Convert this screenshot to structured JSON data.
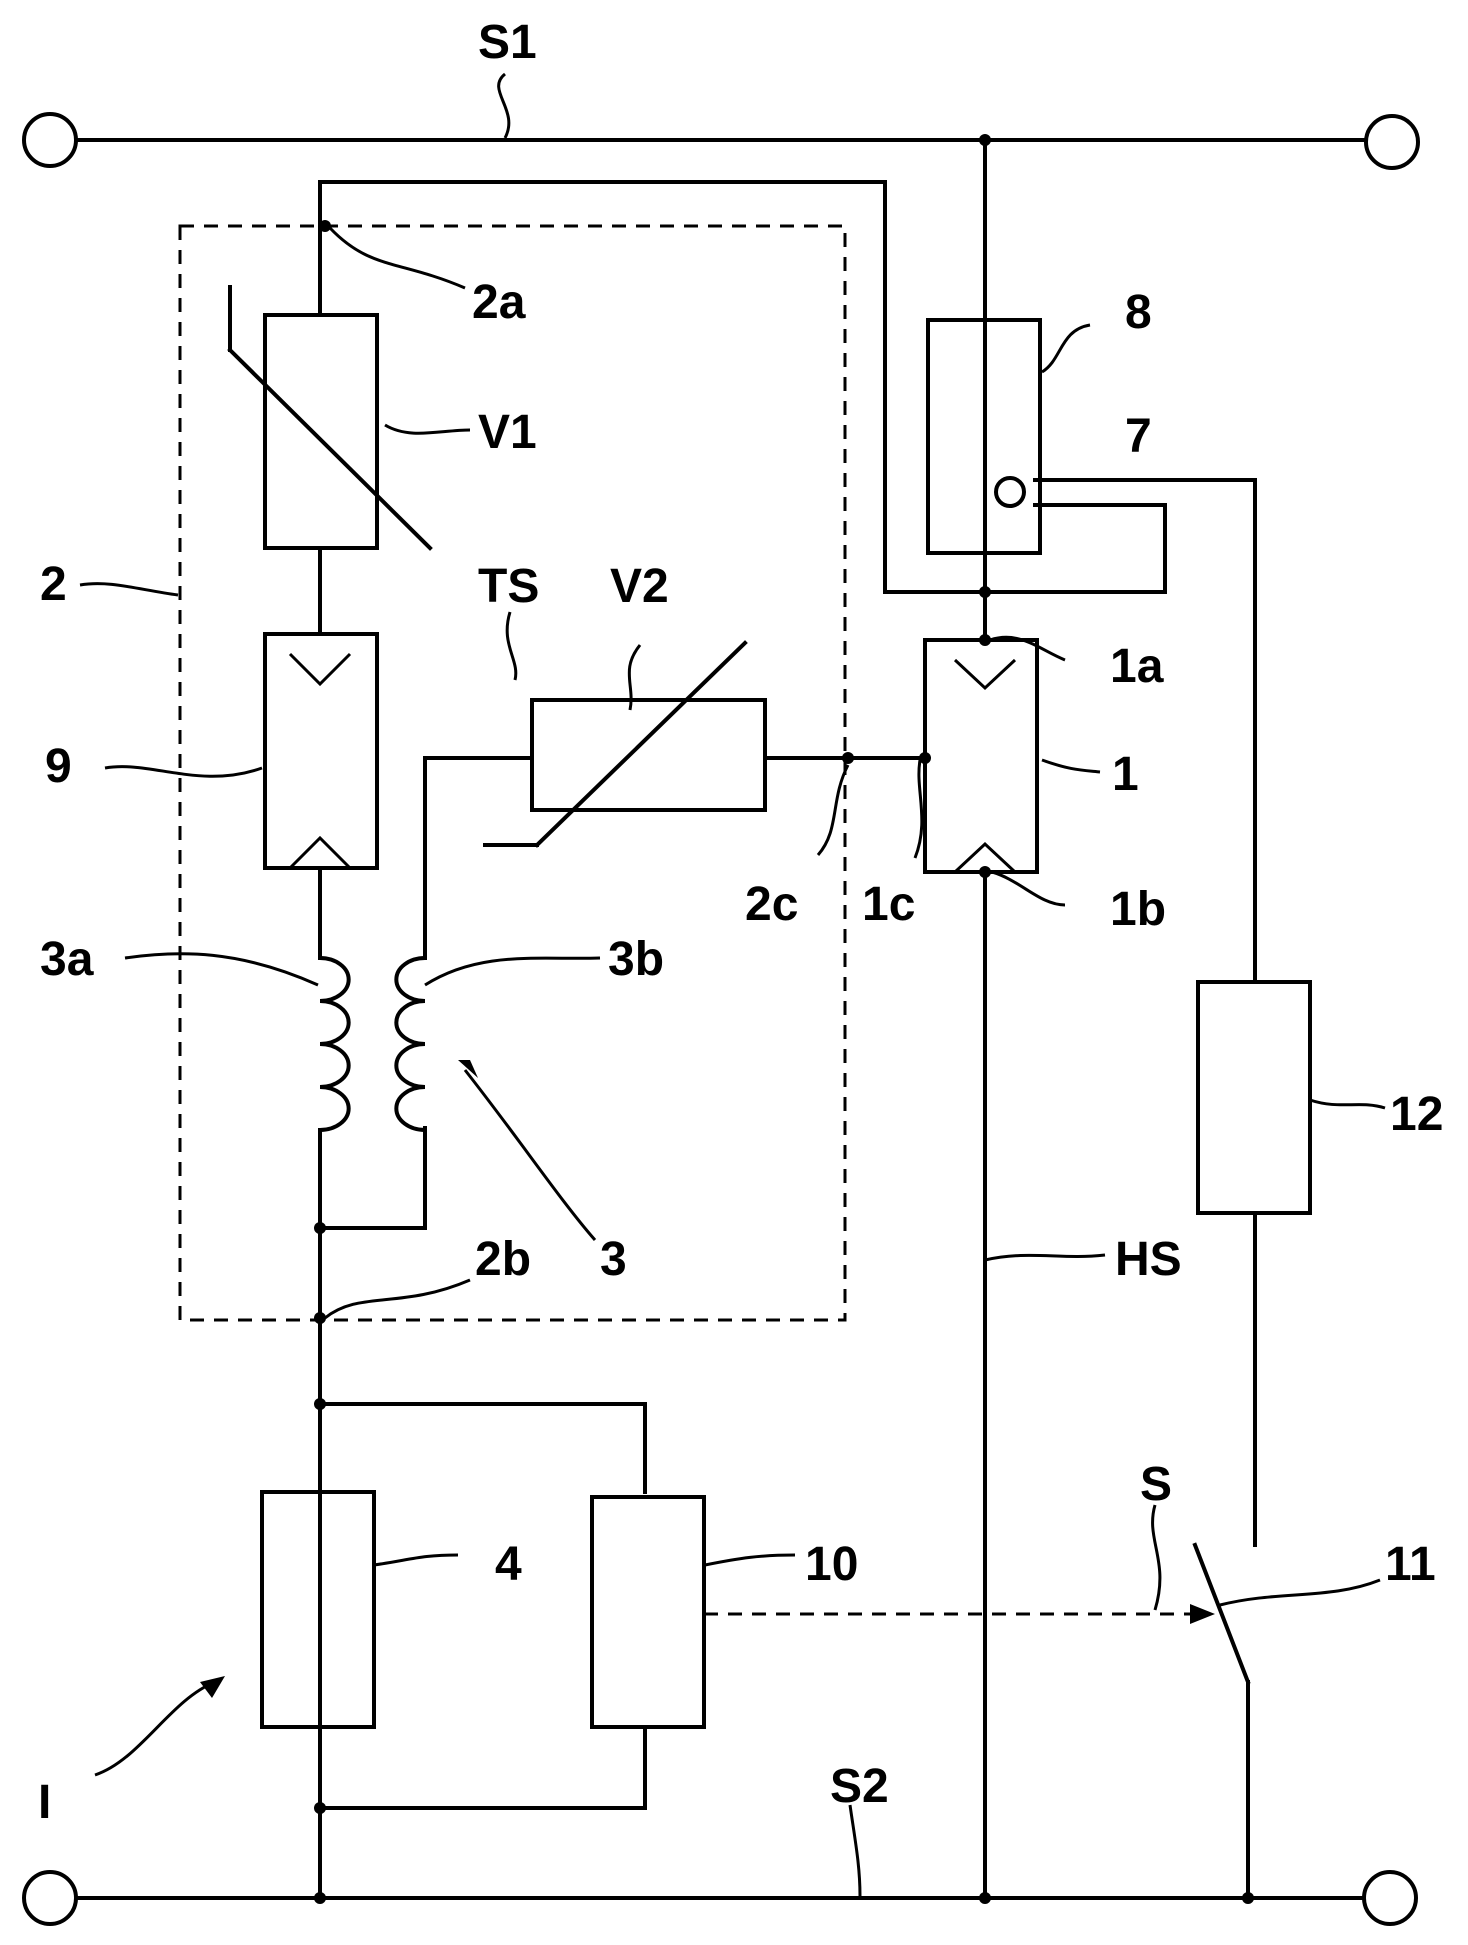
{
  "labels": {
    "S1": "S1",
    "S2": "S2",
    "S": "S",
    "HS": "HS",
    "TS": "TS",
    "V1": "V1",
    "V2": "V2",
    "n1": "1",
    "n1a": "1a",
    "n1b": "1b",
    "n1c": "1c",
    "n2": "2",
    "n2a": "2a",
    "n2b": "2b",
    "n2c": "2c",
    "n3": "3",
    "n3a": "3a",
    "n3b": "3b",
    "n4": "4",
    "n7": "7",
    "n8": "8",
    "n9": "9",
    "n10": "10",
    "n11": "11",
    "n12": "12",
    "I": "I"
  }
}
